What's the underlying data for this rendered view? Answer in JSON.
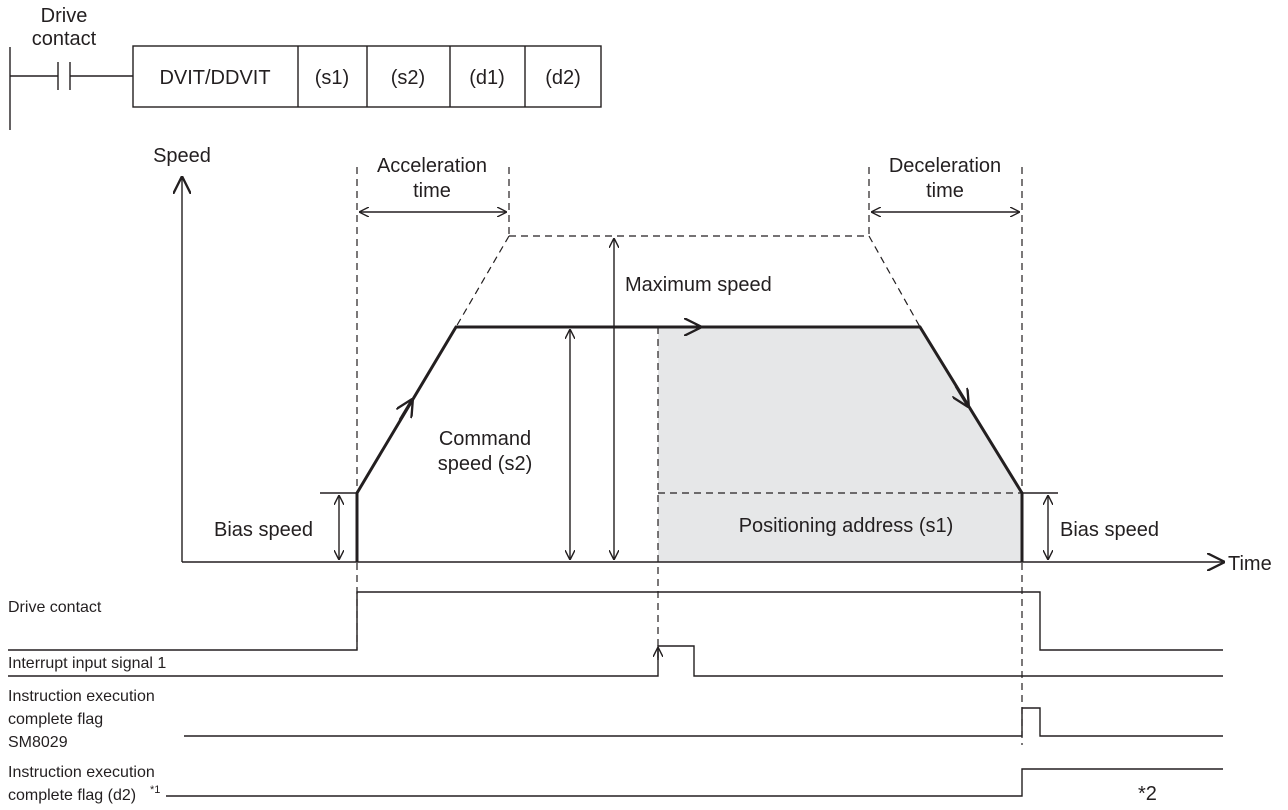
{
  "ladder": {
    "contact_label_line1": "Drive",
    "contact_label_line2": "contact",
    "instruction": "DVIT/DDVIT",
    "operands": [
      "(s1)",
      "(s2)",
      "(d1)",
      "(d2)"
    ]
  },
  "axes": {
    "y_label": "Speed",
    "x_label": "Time"
  },
  "annotations": {
    "acceleration_line1": "Acceleration",
    "acceleration_line2": "time",
    "deceleration_line1": "Deceleration",
    "deceleration_line2": "time",
    "maximum_speed": "Maximum speed",
    "command_speed_line1": "Command",
    "command_speed_line2": "speed (s2)",
    "bias_speed_left": "Bias speed",
    "bias_speed_right": "Bias speed",
    "positioning_address": "Positioning address (s1)"
  },
  "signals": {
    "drive_contact": "Drive contact",
    "interrupt_input": "Interrupt input signal 1",
    "sm8029_line1": "Instruction execution",
    "sm8029_line2": "complete flag",
    "sm8029_line3": "SM8029",
    "d2_line1": "Instruction execution",
    "d2_line2": "complete flag (d2)",
    "d2_note": "*1",
    "note2": "*2"
  },
  "colors": {
    "line": "#231f20",
    "shaded_area": "#e6e7e8"
  }
}
